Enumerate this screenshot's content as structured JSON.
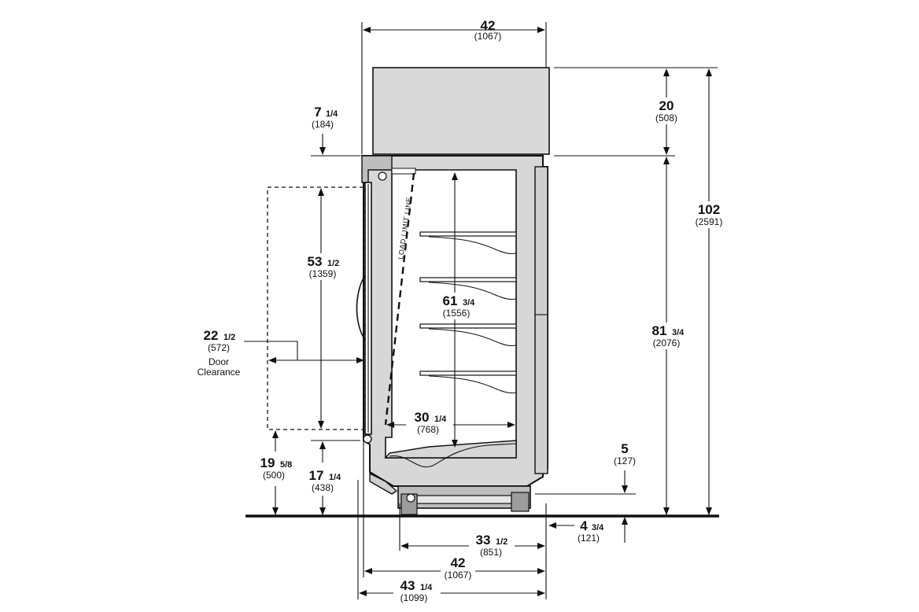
{
  "dimensions": {
    "top_width": {
      "value": "42",
      "fraction": "",
      "metric": "(1067)"
    },
    "canopy_height": {
      "value": "20",
      "fraction": "",
      "metric": "(508)"
    },
    "overall_height": {
      "value": "102",
      "fraction": "",
      "metric": "(2591)"
    },
    "top_offset": {
      "value": "7",
      "fraction": "1/4",
      "metric": "(184)"
    },
    "door_height": {
      "value": "53",
      "fraction": "1/2",
      "metric": "(1359)"
    },
    "interior_height": {
      "value": "61",
      "fraction": "3/4",
      "metric": "(1556)"
    },
    "case_height": {
      "value": "81",
      "fraction": "3/4",
      "metric": "(2076)"
    },
    "door_clearance": {
      "value": "22",
      "fraction": "1/2",
      "metric": "(572)",
      "line1": "Door",
      "line2": "Clearance"
    },
    "interior_depth": {
      "value": "30",
      "fraction": "1/4",
      "metric": "(768)"
    },
    "door_bottom": {
      "value": "19",
      "fraction": "5/8",
      "metric": "(500)"
    },
    "sill_height": {
      "value": "17",
      "fraction": "1/4",
      "metric": "(438)"
    },
    "base_gap": {
      "value": "5",
      "fraction": "",
      "metric": "(127)"
    },
    "rear_offset": {
      "value": "4",
      "fraction": "3/4",
      "metric": "(121)"
    },
    "leg_span": {
      "value": "33",
      "fraction": "1/2",
      "metric": "(851)"
    },
    "base_width": {
      "value": "42",
      "fraction": "",
      "metric": "(1067)"
    },
    "overall_depth": {
      "value": "43",
      "fraction": "1/4",
      "metric": "(1099)"
    }
  },
  "annotations": {
    "load_limit": "LOAD LIMIT LINE"
  }
}
